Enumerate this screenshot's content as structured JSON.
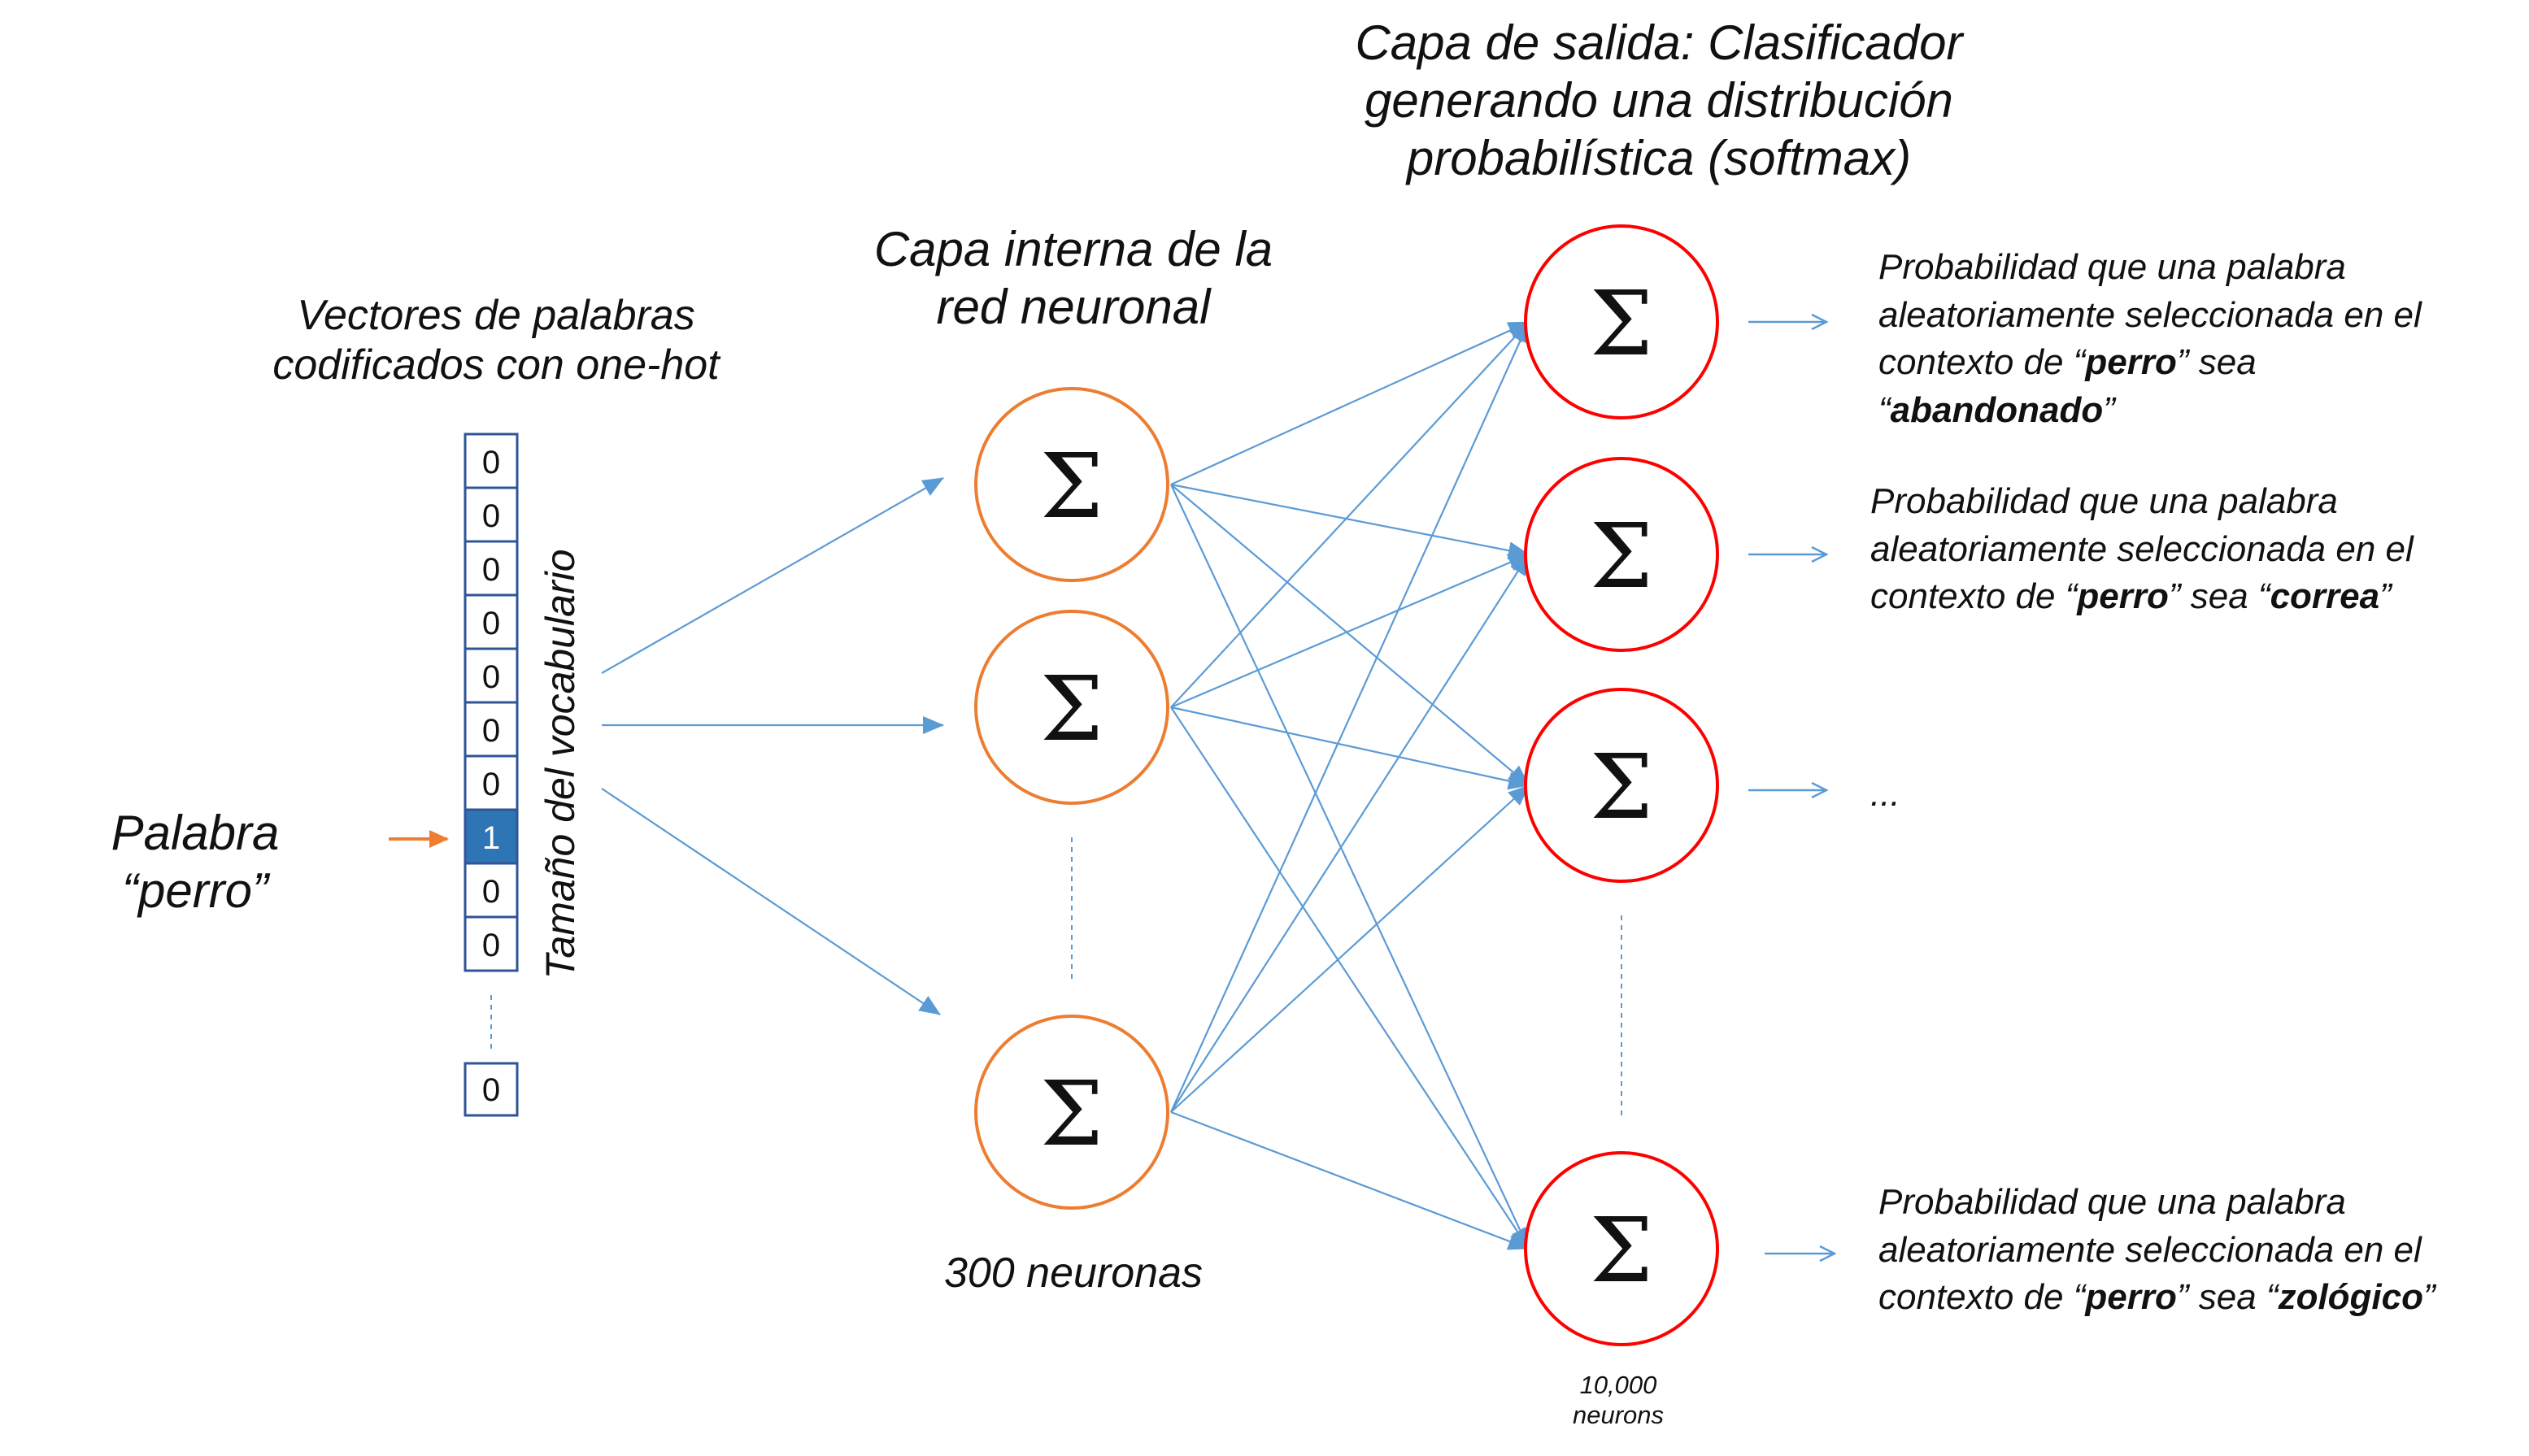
{
  "titles": {
    "input": [
      "Vectores de palabras",
      "codificados con one-hot"
    ],
    "hidden": [
      "Capa interna de la",
      "red neuronal"
    ],
    "output": [
      "Capa de salida: Clasificador",
      "generando una distribución",
      "probabilística (softmax)"
    ]
  },
  "word": {
    "line1": "Palabra",
    "line2": "“perro”"
  },
  "vocab_label": "Tamaño del vocabulario",
  "vector": {
    "values": [
      "0",
      "0",
      "0",
      "0",
      "0",
      "0",
      "0",
      "1",
      "0",
      "0"
    ],
    "last": "0",
    "active_index": 7
  },
  "sigma": "Σ",
  "hidden_count": "300 neuronas",
  "output_count": [
    "10,000",
    "neurons"
  ],
  "descriptions": {
    "d1": [
      "Probabilidad que una palabra",
      "aleatoriamente seleccionada en el",
      "contexto de “",
      "perro",
      "” sea",
      "“",
      "abandonado",
      "”"
    ],
    "d2": [
      "Probabilidad que una palabra",
      "aleatoriamente seleccionada en el",
      "contexto de “",
      "perro",
      "” sea “",
      "correa",
      "”"
    ],
    "d3": "...",
    "d4": [
      "Probabilidad que una palabra",
      "aleatoriamente seleccionada en el",
      "contexto de “",
      "perro",
      "” sea “",
      "zológico",
      "”"
    ]
  },
  "colors": {
    "hidden_node": "#ED7D31",
    "output_node": "#FF0000",
    "edge": "#5B9BD5",
    "active_cell": "#2E75B6",
    "input_arrow": "#ED7D31",
    "cell_border": "#2F5597"
  }
}
